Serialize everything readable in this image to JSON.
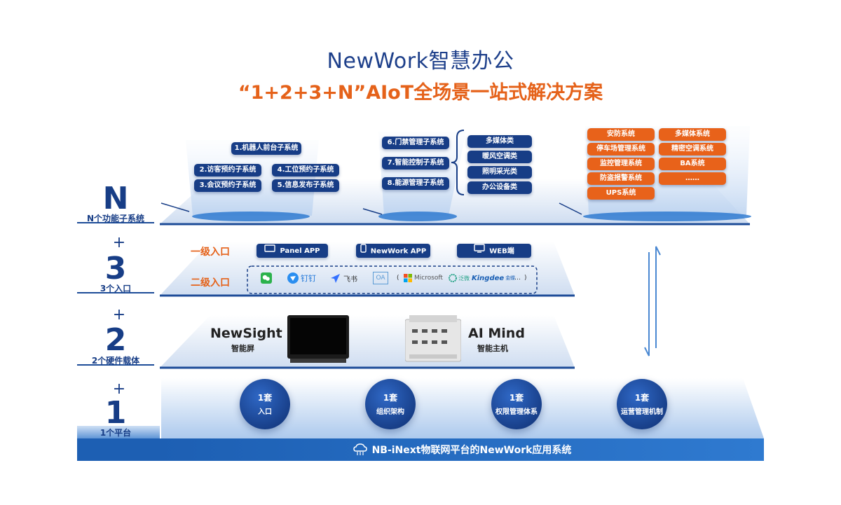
{
  "title": {
    "main": "NewWork智慧办公",
    "sub": "“1+2+3+N”AIoT全场景一站式解决方案"
  },
  "tiers": {
    "n": {
      "num": "N",
      "label": "N个功能子系统"
    },
    "three": {
      "num": "3",
      "label": "3个入口"
    },
    "two": {
      "num": "2",
      "label": "2个硬件载体"
    },
    "one": {
      "num": "1",
      "label": "1个平台"
    },
    "plus": "+"
  },
  "subsystems_left": [
    "1.机器人前台子系统",
    "2.访客预约子系统",
    "4.工位预约子系统",
    "3.会议预约子系统",
    "5.信息发布子系统"
  ],
  "subsystems_mid": [
    "6.门禁管理子系统",
    "7.智能控制子系统",
    "8.能源管理子系统"
  ],
  "subsystems_mid_types": [
    "多媒体类",
    "暖风空调类",
    "照明采光类",
    "办公设备类"
  ],
  "subsystems_right": [
    "安防系统",
    "多媒体系统",
    "停车场管理系统",
    "精密空调系统",
    "监控管理系统",
    "BA系统",
    "防盗报警系统",
    "……",
    "UPS系统"
  ],
  "entries": {
    "level1": "一级入口",
    "level2": "二级入口",
    "panel": "Panel APP",
    "app": "NewWork APP",
    "web": "WEB端",
    "logos": [
      "钉钉",
      "飞书",
      "OA",
      "(",
      "Microsoft",
      "泛微",
      "Kingdee",
      "金蝶",
      "…",
      ")"
    ]
  },
  "hardware": {
    "newsight": "NewSight",
    "newsight_sub": "智能屏",
    "aimind": "AI Mind",
    "aimind_sub": "智能主机"
  },
  "platform": {
    "circles": [
      {
        "top": "1套",
        "bottom": "入口"
      },
      {
        "top": "1套",
        "bottom": "组织架构"
      },
      {
        "top": "1套",
        "bottom": "权限管理体系"
      },
      {
        "top": "1套",
        "bottom": "运营管理机制"
      }
    ],
    "banner": "NB-iNext物联网平台的NewWork应用系统"
  },
  "colors": {
    "navy": "#173d86",
    "orange": "#e8621a",
    "blue": "#2f7ad0"
  }
}
